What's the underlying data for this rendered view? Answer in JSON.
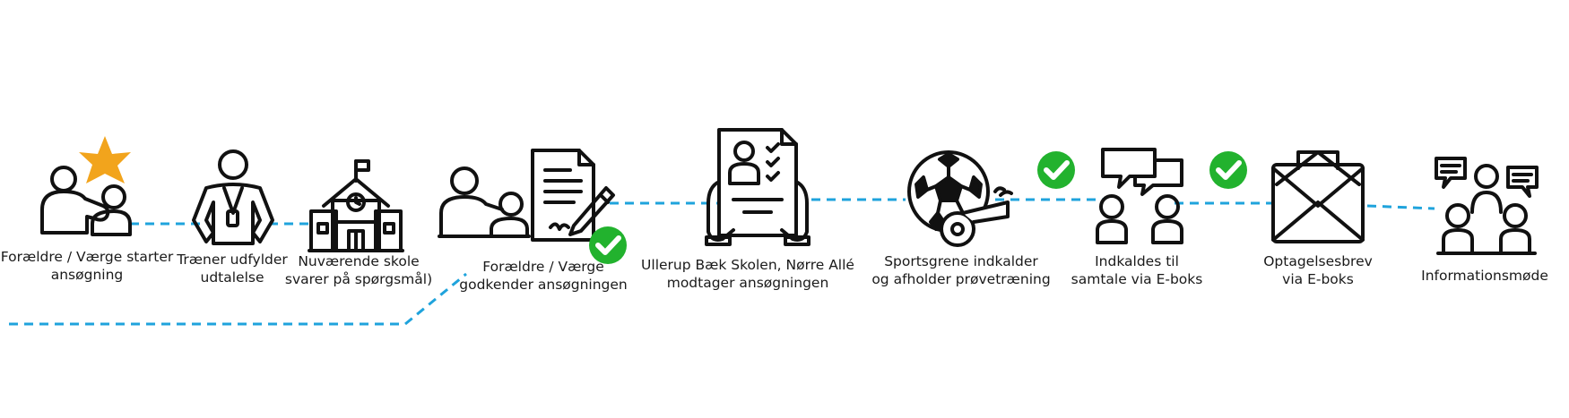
{
  "colors": {
    "connector": "#1fa3dc",
    "icon_stroke": "#111111",
    "star": "#f2a41c",
    "check": "#22b22e",
    "text": "#1a1a1a"
  },
  "steps": [
    {
      "id": "step-parent-starts",
      "icon": "parent-child-star-icon",
      "lines": [
        "Forældre / Værge starter",
        "ansøgning"
      ]
    },
    {
      "id": "step-coach-statement",
      "icon": "coach-whistle-icon",
      "lines": [
        "Træner udfylder",
        "udtalelse"
      ]
    },
    {
      "id": "step-current-school",
      "icon": "school-building-icon",
      "lines": [
        "Nuværende skole",
        "svarer på spørgsmål)"
      ]
    },
    {
      "id": "step-parent-approves",
      "icon": "parent-child-document-sign-icon",
      "lines": [
        "Forældre / Værge",
        "godkender ansøgningen"
      ]
    },
    {
      "id": "step-school-receives",
      "icon": "application-clipboard-icon",
      "lines": [
        "Ullerup Bæk Skolen, Nørre Allé",
        "modtager ansøgningen"
      ]
    },
    {
      "id": "step-sports-trial",
      "icon": "football-whistle-icon",
      "lines": [
        "Sportsgrene indkalder",
        "og afholder prøvetræning"
      ]
    },
    {
      "id": "step-interview",
      "icon": "people-chat-icon",
      "lines": [
        "Indkaldes til",
        "samtale via E-boks"
      ]
    },
    {
      "id": "step-admission-letter",
      "icon": "envelope-letter-icon",
      "lines": [
        "Optagelsesbrev",
        "via E-boks"
      ]
    },
    {
      "id": "step-info-meeting",
      "icon": "meeting-group-icon",
      "lines": [
        "Informationsmøde"
      ]
    }
  ]
}
